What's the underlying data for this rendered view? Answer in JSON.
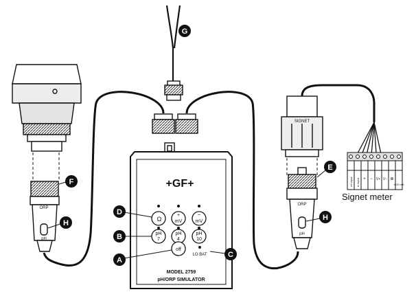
{
  "title": "",
  "simulator": {
    "brand": "+GF+",
    "model": "MODEL 2759",
    "name": "pH/ORP SIMULATOR",
    "buttons": {
      "ohm_symbol": "Ω",
      "plus_mv": "+",
      "plus_mv_unit": "mV",
      "minus_mv": "−",
      "minus_mv_unit": "mV",
      "ph7_top": "pH",
      "ph7_bottom": "7",
      "ph4_top": "pH",
      "ph4_bottom": "4",
      "ph10_top": "pH",
      "ph10_bottom": "10",
      "off": "off",
      "lo_bat": "LO BAT"
    }
  },
  "callouts": {
    "A": "A",
    "B": "B",
    "C": "C",
    "D": "D",
    "E": "E",
    "F": "F",
    "G": "G",
    "H_left": "H",
    "H_right": "H"
  },
  "left_probe": {
    "orp": "ORP",
    "ph": "pH"
  },
  "right_probe": {
    "orp": "ORP",
    "ph": "pH"
  },
  "connector_label": "SIGNET",
  "signet_meter": {
    "label": "Signet meter",
    "terminals": [
      "ref input",
      "tc input",
      "+",
      "−",
      "V+",
      "V−",
      "⊕",
      "4-20 mA"
    ]
  },
  "colors": {
    "line": "#111111",
    "body": "#ffffff",
    "gray": "#d9d9d9"
  }
}
